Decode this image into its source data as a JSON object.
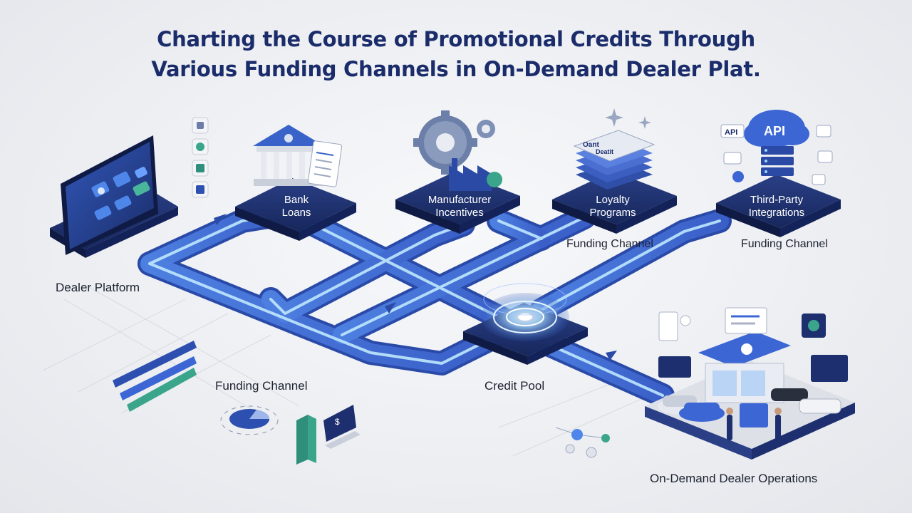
{
  "title": {
    "line1": "Charting the Course of Promotional Credits Through",
    "line2": "Various Funding Channels in On-Demand Dealer Plat."
  },
  "nodes": {
    "bank": {
      "line1": "Bank",
      "line2": "Loans"
    },
    "manufacturer": {
      "line1": "Manufacturer",
      "line2": "Incentives"
    },
    "loyalty": {
      "line1": "Loyalty",
      "line2": "Programs"
    },
    "third_party": {
      "line1": "Third-Party",
      "line2": "Integrations"
    }
  },
  "labels": {
    "dealer_platform": "Dealer Platform",
    "funding_channel_left": "Funding Channel",
    "funding_channel_loyalty": "Funding Channel",
    "funding_channel_third_party": "Funding Channel",
    "credit_pool": "Credit Pool",
    "operations": "On-Demand Dealer Operations"
  },
  "icons": {
    "api_cloud_text": "API",
    "api_badge_text": "API",
    "card_text_1": "Oant",
    "card_text_2": "Deatit"
  },
  "colors": {
    "title": "#1b2c6b",
    "platform_dark": "#1d2f6e",
    "accent_blue": "#3f6fd8",
    "flow_glow": "#9fd7ff",
    "accent_green": "#3aa58a"
  }
}
